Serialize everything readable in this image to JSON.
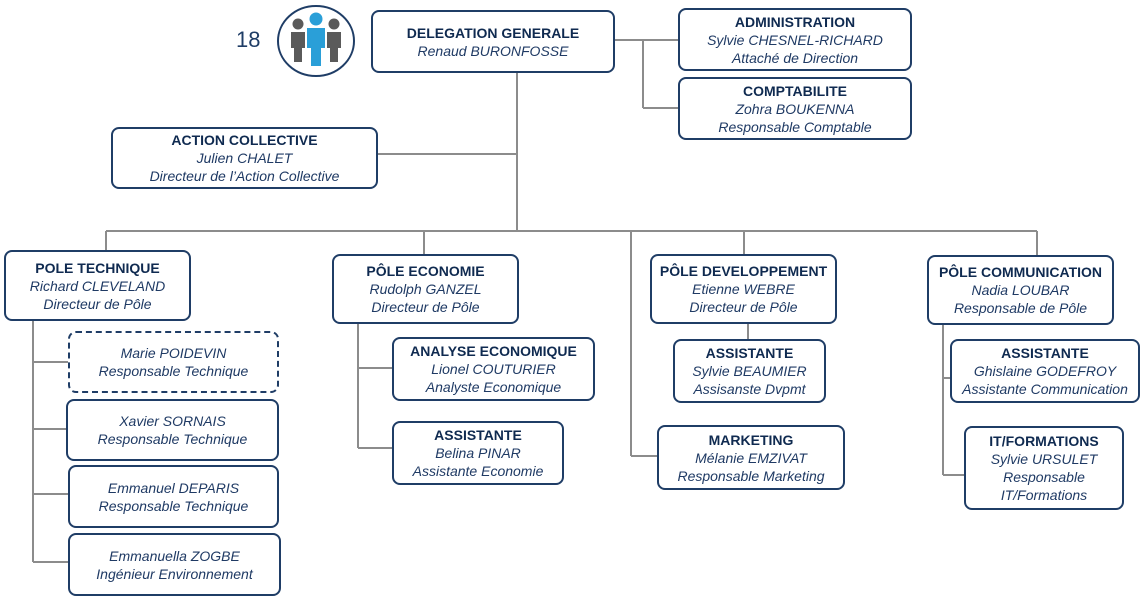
{
  "count": "18",
  "colors": {
    "box_border": "#1f3d66",
    "line": "#8c8c8c",
    "icon_blue": "#2a9fd8",
    "icon_grey": "#5a5a5a"
  },
  "icon": "group-of-people-icon",
  "nodes": {
    "delegation": {
      "title": "DELEGATION GENERALE",
      "lines": [
        "Renaud BURONFOSSE"
      ]
    },
    "administration": {
      "title": "ADMINISTRATION",
      "lines": [
        "Sylvie CHESNEL-RICHARD",
        "Attaché de Direction"
      ]
    },
    "comptabilite": {
      "title": "COMPTABILITE",
      "lines": [
        "Zohra BOUKENNA",
        "Responsable Comptable"
      ]
    },
    "action": {
      "title": "ACTION COLLECTIVE",
      "lines": [
        "Julien CHALET",
        "Directeur de l’Action Collective"
      ]
    },
    "pole_technique": {
      "title": "POLE TECHNIQUE",
      "lines": [
        "Richard CLEVELAND",
        "Directeur de Pôle"
      ]
    },
    "poidevin": {
      "title": "",
      "lines": [
        "Marie POIDEVIN",
        "Responsable Technique"
      ]
    },
    "sornais": {
      "title": "",
      "lines": [
        "Xavier SORNAIS",
        "Responsable Technique"
      ]
    },
    "deparis": {
      "title": "",
      "lines": [
        "Emmanuel DEPARIS",
        "Responsable Technique"
      ]
    },
    "zogbe": {
      "title": "",
      "lines": [
        "Emmanuella ZOGBE",
        "Ingénieur Environnement"
      ]
    },
    "pole_economie": {
      "title": "PÔLE ECONOMIE",
      "lines": [
        "Rudolph GANZEL",
        "Directeur de Pôle"
      ]
    },
    "analyse": {
      "title": "ANALYSE ECONOMIQUE",
      "lines": [
        "Lionel COUTURIER",
        "Analyste Economique"
      ]
    },
    "assistante_eco": {
      "title": "ASSISTANTE",
      "lines": [
        "Belina PINAR",
        "Assistante Economie"
      ]
    },
    "pole_dev": {
      "title": "PÔLE DEVELOPPEMENT",
      "lines": [
        "Etienne WEBRE",
        "Directeur de Pôle"
      ]
    },
    "assistante_dev": {
      "title": "ASSISTANTE",
      "lines": [
        "Sylvie BEAUMIER",
        "Assisanste Dvpmt"
      ]
    },
    "marketing": {
      "title": "MARKETING",
      "lines": [
        "Mélanie EMZIVAT",
        "Responsable Marketing"
      ]
    },
    "pole_com": {
      "title": "PÔLE COMMUNICATION",
      "lines": [
        "Nadia LOUBAR",
        "Responsable de Pôle"
      ]
    },
    "assistante_com": {
      "title": "ASSISTANTE",
      "lines": [
        "Ghislaine GODEFROY",
        "Assistante Communication"
      ]
    },
    "it": {
      "title": "IT/FORMATIONS",
      "lines": [
        "Sylvie URSULET",
        "Responsable",
        "IT/Formations"
      ]
    }
  }
}
